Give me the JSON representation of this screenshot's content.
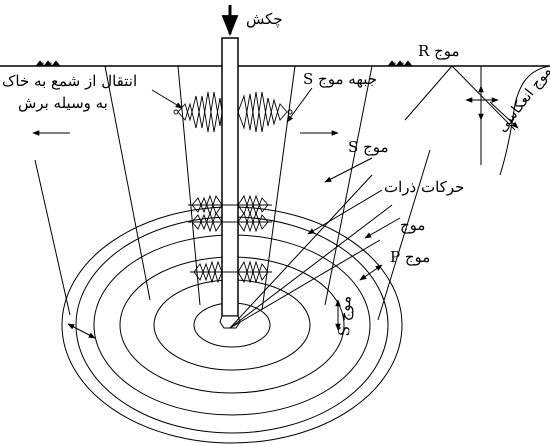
{
  "labels": {
    "hammer": "چکش",
    "r_wave": "موج R",
    "s_wave_front": "جبهه موج S",
    "transfer_line1": "انتقال از شمع به خاک",
    "transfer_line2": "به وسیله برش",
    "s_wave_mid": "موج S",
    "reflected_wave": "موج انعکاسی",
    "particle_motion": "حرکات ذرات",
    "wave": "موج",
    "p_wave": "موج P",
    "s_wave_bottom": "موج S"
  },
  "colors": {
    "ink": "#000000",
    "pile_fill": "#ffffff",
    "background": "#ffffff"
  }
}
